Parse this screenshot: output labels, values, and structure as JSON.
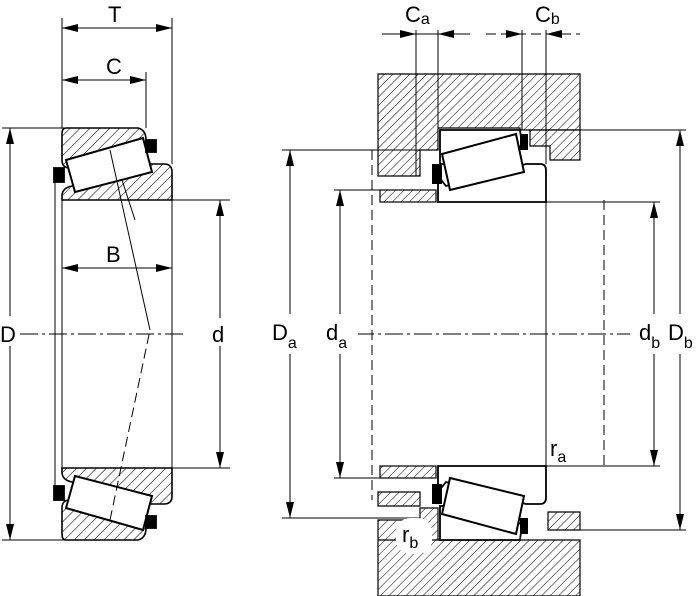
{
  "labels": {
    "T": "T",
    "C": "C",
    "B": "B",
    "D": "D",
    "d": "d",
    "Ca_main": "C",
    "Ca_sub": "a",
    "Cb_main": "C",
    "Cb_sub": "b",
    "Da_main": "D",
    "Da_sub": "a",
    "da_main": "d",
    "da_sub": "a",
    "db_main": "d",
    "db_sub": "b",
    "Db_main": "D",
    "Db_sub": "b",
    "ra_main": "r",
    "ra_sub": "a",
    "rb_main": "r",
    "rb_sub": "b"
  }
}
